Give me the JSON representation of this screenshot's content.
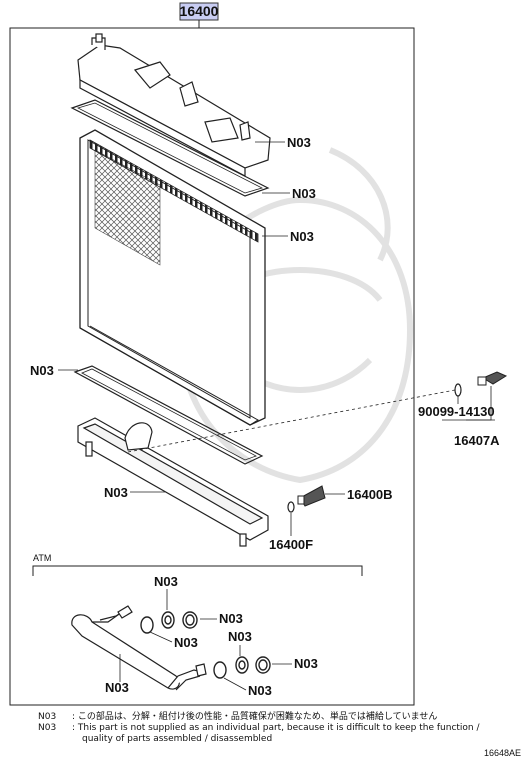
{
  "part_number": "16400",
  "labels": {
    "n03": "N03",
    "atm": "ATM",
    "p90099": "90099-14130",
    "p16407a": "16407A",
    "p16400b": "16400B",
    "p16400f": "16400F"
  },
  "notes": {
    "code": "N03",
    "jp": ": この部品は、分解・組付け後の性能・品質確保が困難なため、単品では補給していません",
    "en_line1": ": This part is not supplied as an individual part, because it is difficult to keep the function /",
    "en_line2": "quality of parts assembled / disassembled"
  },
  "diagram_id": "16648AE"
}
